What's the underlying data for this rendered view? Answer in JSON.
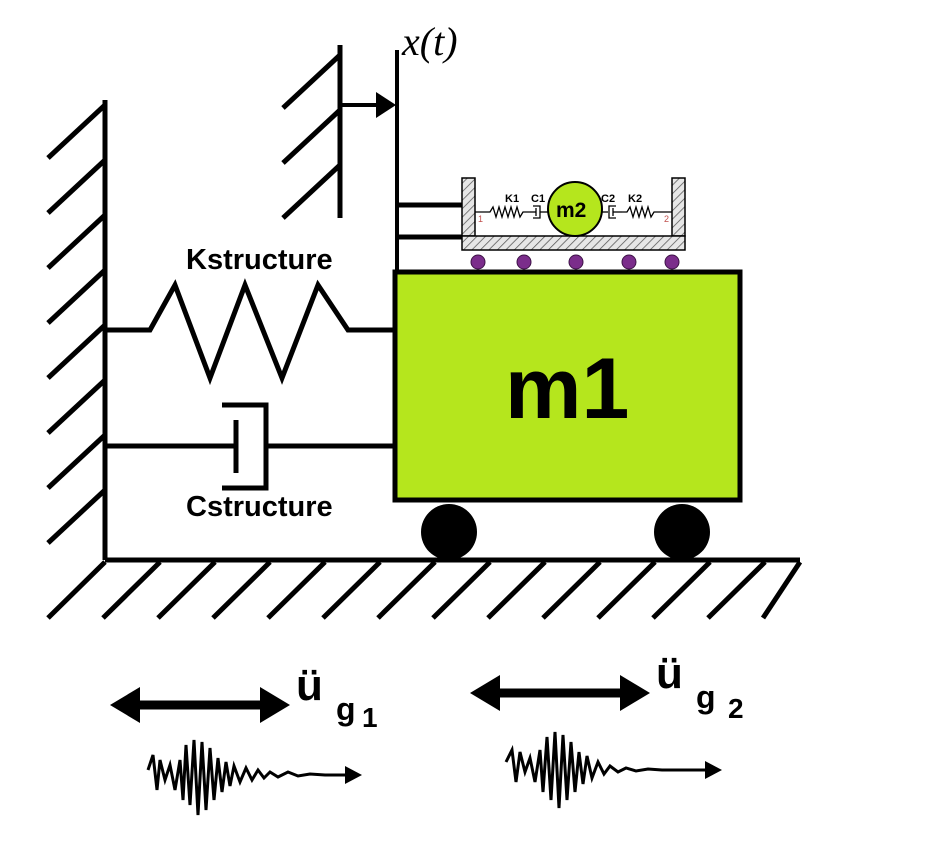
{
  "labels": {
    "displacement": "x(t)",
    "k_structure": "Kstructure",
    "c_structure": "Cstructure",
    "mass1": "m1",
    "mass2": "m2",
    "k1": "K1",
    "c1": "C1",
    "c2": "C2",
    "k2": "K2",
    "node1": "1",
    "node2": "2",
    "ground_accel_1_base": "ü",
    "ground_accel_1_sub": "g",
    "ground_accel_1_index": "1",
    "ground_accel_2_base": "ü",
    "ground_accel_2_sub": "g",
    "ground_accel_2_index": "2"
  },
  "colors": {
    "mass_fill": "#b5e61d",
    "roller_fill": "#7b2d8b",
    "line": "#000000",
    "hatch_fill": "#cccccc"
  }
}
